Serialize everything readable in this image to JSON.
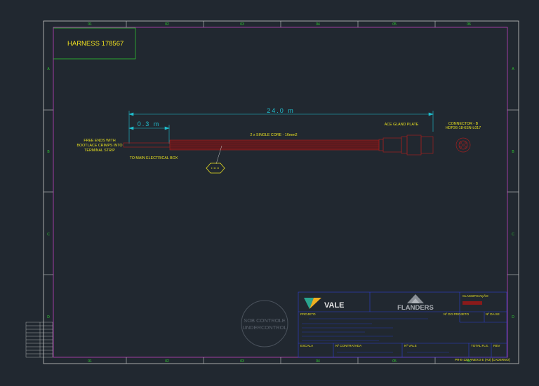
{
  "harness_title": "HARNESS 178567",
  "columns": [
    "01",
    "02",
    "03",
    "04",
    "05",
    "06"
  ],
  "rows": [
    "A",
    "B",
    "C",
    "D"
  ],
  "dimensions": {
    "overall": "24.0 m",
    "strip": "0.3 m"
  },
  "labels": {
    "free_ends": [
      "FREE ENDS WITH",
      "BOOTLACE CRIMPS INTO",
      "TERMINAL STRIP"
    ],
    "to_box": "TO MAIN ELECTRICAL BOX",
    "core": "2 x SINGLE CORE - 16mm2",
    "gland": "ACE GLAND PLATE",
    "connector": [
      "CONNECTOR - B",
      "HDP26-18-6SN-L017"
    ]
  },
  "stamp": [
    "SOB CONTROLE",
    "UNDERCONTROL"
  ],
  "title_block": {
    "logo_vale": "VALE",
    "logo_flanders": "FLANDERS",
    "classificacao": "CLASSIFICAÇÃO",
    "projeto": "PROJETO",
    "n_projeto": "Nº DO PROJETO",
    "n_se": "Nº DA SE",
    "escala": "ESCALA",
    "n_contratada": "Nº CONTRATADA",
    "n_vale": "Nº VALE",
    "total_fls": "TOTAL FLS.",
    "rev": "REV",
    "footer": "PR-E-222 ANEXO E (A3) [CADERNO]"
  },
  "colors": {
    "background": "#212830",
    "frame": "#c8c8c8",
    "border": "#c040c0",
    "grid_label": "#30d030",
    "dimension": "#20c0d0",
    "label": "#e8e020",
    "cable": "#a02020",
    "title_block": "#3040d0"
  }
}
